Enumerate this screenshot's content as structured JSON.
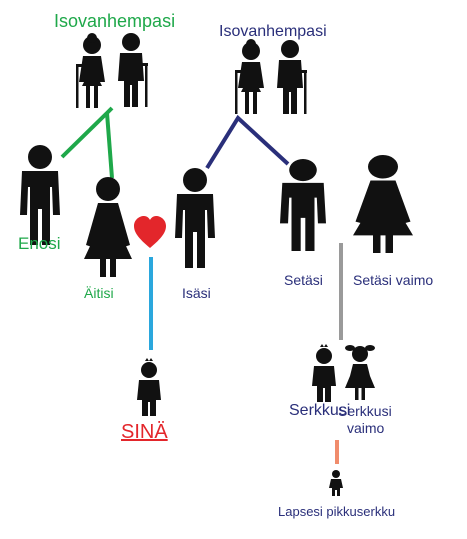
{
  "colors": {
    "green": "#1fa84a",
    "navy": "#2a2f7a",
    "blue": "#2aa7dd",
    "gray": "#9a9a9a",
    "salmon": "#f08c6c",
    "red": "#e3262b",
    "figure": "#111111"
  },
  "labels": {
    "grandparents_mother": "Isovanhempasi",
    "grandparents_father": "Isovanhempasi",
    "uncle_mother_side": "Enosi",
    "mother": "Äitisi",
    "father": "Isäsi",
    "uncle_father_side": "Setäsi",
    "uncle_wife": "Setäsi vaimo",
    "you": "SINÄ",
    "cousin": "Serkkusi",
    "cousin_wife_line1": "Serkkusi",
    "cousin_wife_line2": "vaimo",
    "second_cousin": "Lapsesi pikkuserkku"
  },
  "icons": {
    "heart": "heart-icon",
    "elderly_woman": "elderly-woman-icon",
    "elderly_man": "elderly-man-icon",
    "man": "man-icon",
    "woman": "woman-icon",
    "boy": "boy-icon",
    "girl": "girl-icon",
    "baby": "baby-icon"
  }
}
